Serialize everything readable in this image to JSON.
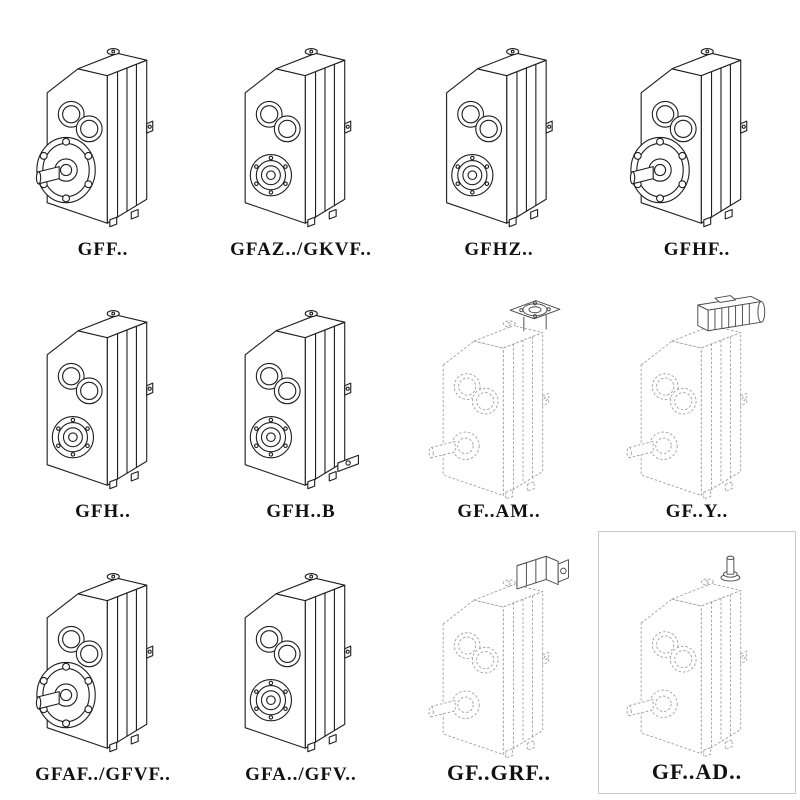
{
  "page_type": "gearbox-catalog-grid",
  "colors": {
    "line": "#1f1f1f",
    "ghost_line": "#9b9b9b",
    "background": "#ffffff",
    "label": "#111111"
  },
  "items": [
    {
      "label": "GFF..",
      "drawing": "parallel-shaft-gearbox-output-flange"
    },
    {
      "label": "GFAZ../GKVF..",
      "drawing": "parallel-shaft-gearbox-hollow-shaft"
    },
    {
      "label": "GFHZ..",
      "drawing": "parallel-shaft-gearbox-hollow-shaft"
    },
    {
      "label": "GFHF..",
      "drawing": "parallel-shaft-gearbox-output-flange"
    },
    {
      "label": "GFH..",
      "drawing": "parallel-shaft-gearbox-hollow-shaft"
    },
    {
      "label": "GFH..B",
      "drawing": "parallel-shaft-gearbox-hollow-shaft-foot"
    },
    {
      "label": "GF..AM..",
      "drawing": "gearbox-ghost-with-iec-adapter-flange"
    },
    {
      "label": "GF..Y..",
      "drawing": "gearbox-ghost-with-mounted-motor"
    },
    {
      "label": "GFAF../GFVF..",
      "drawing": "parallel-shaft-gearbox-output-flange"
    },
    {
      "label": "GFA../GFV..",
      "drawing": "parallel-shaft-gearbox-hollow-shaft"
    },
    {
      "label": "GF..GRF..",
      "drawing": "gearbox-ghost-with-gear-adapter"
    },
    {
      "label": "GF..AD..",
      "drawing": "gearbox-ghost-with-input-shaft"
    }
  ]
}
